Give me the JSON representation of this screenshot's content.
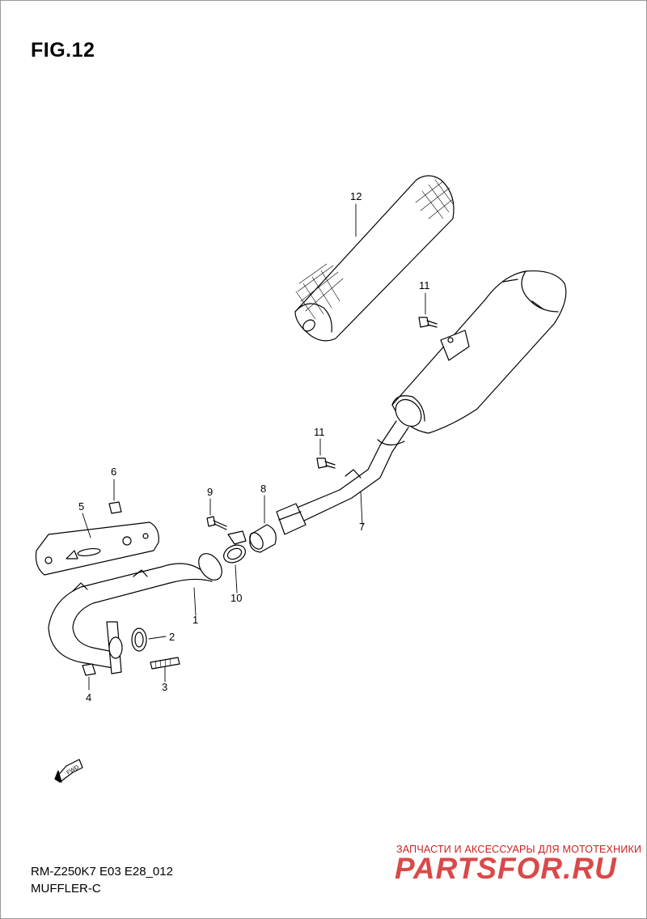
{
  "figure": {
    "title": "FIG.12"
  },
  "footer": {
    "model_code": "RM-Z250K7 E03 E28_012",
    "section_name": "MUFFLER-C"
  },
  "watermark": {
    "tagline": "ЗАПЧАСТИ И АКСЕССУАРЫ ДЛЯ МОТОТЕХНИКИ",
    "brand": "PARTSFOR.RU",
    "color": "#d42a2a"
  },
  "direction_badge": {
    "label": "FWD"
  },
  "parts": [
    {
      "number": "1",
      "name_icon": "exhaust-pipe-icon"
    },
    {
      "number": "2",
      "name_icon": "gasket-icon"
    },
    {
      "number": "3",
      "name_icon": "stud-bolt-icon"
    },
    {
      "number": "4",
      "name_icon": "nut-icon"
    },
    {
      "number": "5",
      "name_icon": "heat-protector-icon"
    },
    {
      "number": "6",
      "name_icon": "bolt-icon"
    },
    {
      "number": "7",
      "name_icon": "muffler-icon"
    },
    {
      "number": "8",
      "name_icon": "connector-sleeve-icon"
    },
    {
      "number": "9",
      "name_icon": "bolt-icon"
    },
    {
      "number": "10",
      "name_icon": "clamp-icon"
    },
    {
      "number": "11",
      "name_icon": "bolt-icon"
    },
    {
      "number": "11",
      "name_icon": "bolt-icon"
    },
    {
      "number": "12",
      "name_icon": "muffler-cover-icon"
    }
  ]
}
